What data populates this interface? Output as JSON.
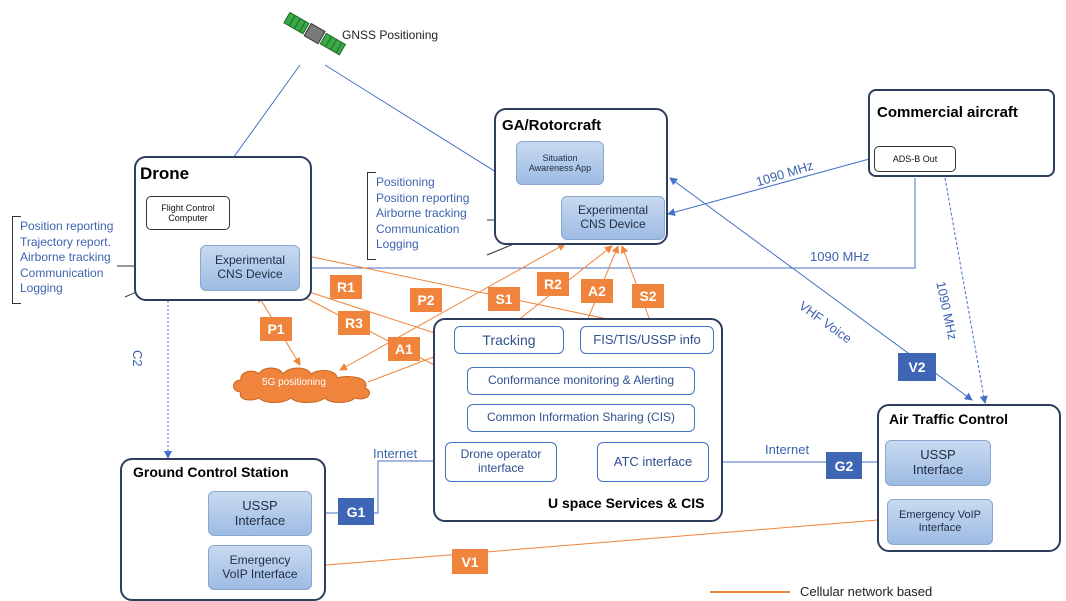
{
  "satellite": {
    "label": "GNSS Positioning",
    "icon": "satellite-icon"
  },
  "drone": {
    "title": "Drone",
    "flight_control": "Flight Control Computer",
    "cns_device": "Experimental CNS Device",
    "functions": [
      "Position reporting",
      "Trajectory report.",
      "Airborne tracking",
      "Communication",
      "Logging"
    ]
  },
  "ga": {
    "title": "GA/Rotorcraft",
    "awareness_app": "Situation Awareness App",
    "cns_device": "Experimental CNS Device",
    "functions": [
      "Positioning",
      "Position reporting",
      "Airborne tracking",
      "Communication",
      "Logging"
    ]
  },
  "commercial": {
    "title": "Commercial aircraft",
    "adsb": "ADS-B Out"
  },
  "ground_control": {
    "title": "Ground Control Station",
    "ussp": "USSP Interface",
    "voip": "Emergency VoIP Interface"
  },
  "atc": {
    "title": "Air Traffic Control",
    "ussp": "USSP Interface",
    "voip": "Emergency VoIP Interface"
  },
  "uspace": {
    "title": "U space Services & CIS",
    "tracking": "Tracking",
    "fis": "FIS/TIS/USSP  info",
    "conformance": "Conformance monitoring  & Alerting",
    "cis": "Common Information Sharing (CIS)",
    "drone_operator": "Drone operator interface",
    "atc_interface": "ATC interface"
  },
  "cloud_5g": "5G positioning",
  "links": {
    "mhz1": "1090 MHz",
    "mhz2": "1090 MHz",
    "mhz3": "1090 MHz",
    "vhf": "VHF Voice",
    "internet_left": "Internet",
    "internet_right": "Internet",
    "c2": "C2"
  },
  "tags": {
    "r1": "R1",
    "r2": "R2",
    "r3": "R3",
    "p1": "P1",
    "p2": "P2",
    "s1": "S1",
    "s2": "S2",
    "a1": "A1",
    "a2": "A2",
    "g1": "G1",
    "g2": "G2",
    "v1": "V1",
    "v2": "V2"
  },
  "legend": {
    "cellular": "Cellular network based"
  },
  "colors": {
    "orange": "#f0843c",
    "blue": "#3f66b5",
    "frame": "#2c3e5c"
  }
}
